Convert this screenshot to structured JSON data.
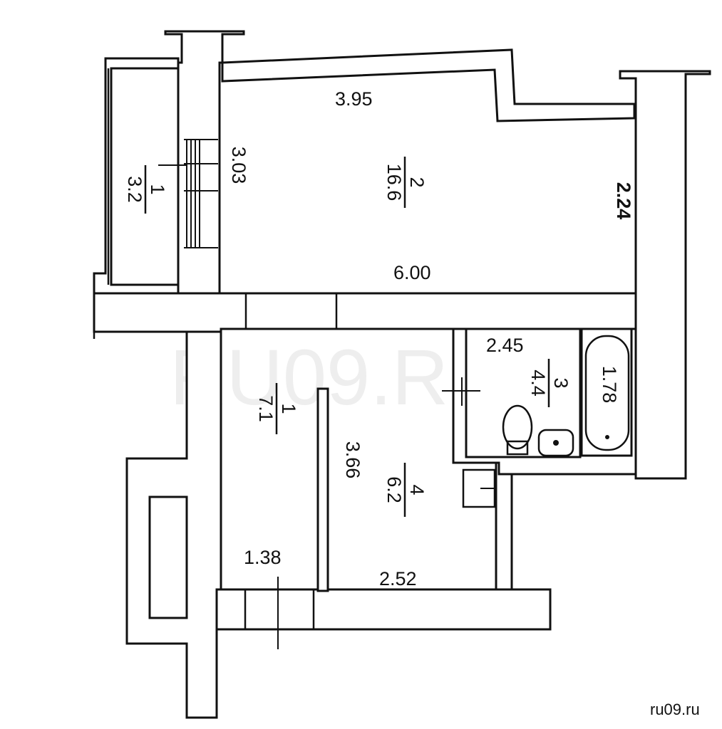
{
  "watermark": "RU09.RU",
  "credit": "ru09.ru",
  "rooms": [
    {
      "number": "1",
      "area": "3.2"
    },
    {
      "number": "2",
      "area": "16.6"
    },
    {
      "number": "3",
      "area": "4.4"
    },
    {
      "number": "4",
      "area": "6.2"
    },
    {
      "number": "1",
      "area": "7.1"
    }
  ],
  "dimensions": {
    "top_width": "3.95",
    "stair_width": "3.03",
    "right_height": "2.24",
    "main_width": "6.00",
    "bath_width": "2.45",
    "bathtub_length": "1.78",
    "kitchen_height": "3.66",
    "hall_width": "1.38",
    "kitchen_width": "2.52"
  }
}
